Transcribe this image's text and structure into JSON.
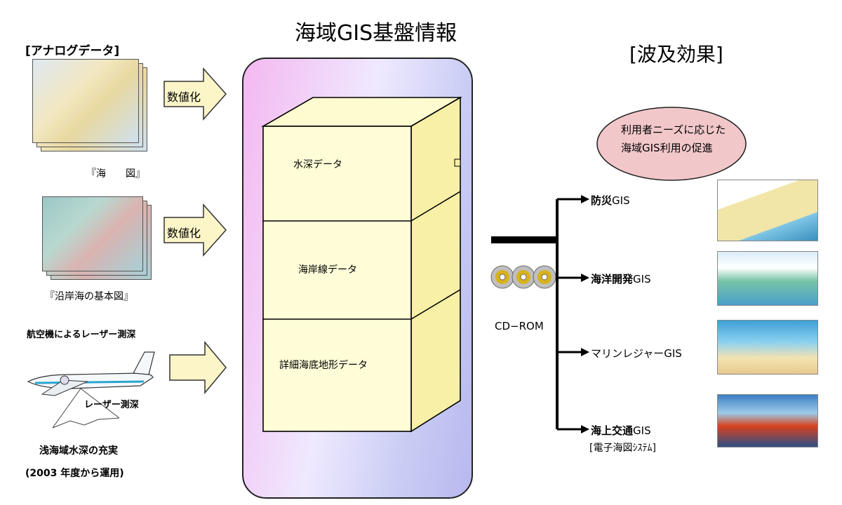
{
  "title": "海域GIS基盤情報",
  "analog_heading": "[アナログデータ]",
  "effects_heading": "[波及効果]",
  "digitize_label_1": "数値化",
  "digitize_label_2": "数値化",
  "caption_nautical_chart": "『海　　図』",
  "caption_coastal_map": "『沿岸海の基本図』",
  "laser_title": "航空機によるレーザー測深",
  "laser_label": "レーザー測深",
  "shallow_label": "浅海域水深の充実",
  "operation_label": "(2003 年度から運用)",
  "box_layers": [
    "水深データ",
    "海岸線データ",
    "詳細海底地形データ"
  ],
  "cdrom_label": "CD−ROM",
  "ellipse_lines": [
    "利用者ニーズに応じた",
    "海域GIS利用の促進"
  ],
  "branches": [
    {
      "bold": "防災",
      "rest": "GIS"
    },
    {
      "bold": "海洋開発",
      "rest": "GIS"
    },
    {
      "bold": "",
      "rest": "マリンレジャーGIS"
    },
    {
      "bold": "海上交通",
      "rest": "GIS"
    }
  ],
  "ecdis_label": "[電子海図ｼｽﾃﾑ]"
}
